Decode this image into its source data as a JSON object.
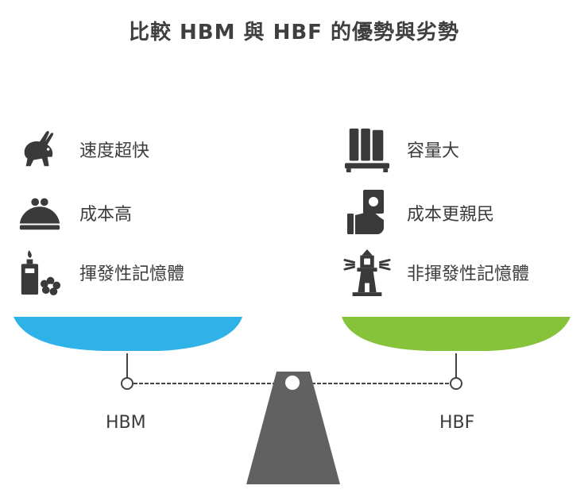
{
  "title": "比較 HBM 與 HBF 的優勢與劣勢",
  "left": {
    "name": "HBM",
    "color": "#2eb2e8",
    "items": [
      {
        "icon": "rabbit-icon",
        "label": "速度超快"
      },
      {
        "icon": "coin-purse-icon",
        "label": "成本高"
      },
      {
        "icon": "candle-flowers-icon",
        "label": "揮發性記憶體"
      }
    ]
  },
  "right": {
    "name": "HBF",
    "color": "#86c23a",
    "items": [
      {
        "icon": "books-icon",
        "label": "容量大"
      },
      {
        "icon": "hand-money-icon",
        "label": "成本更親民"
      },
      {
        "icon": "lighthouse-icon",
        "label": "非揮發性記憶體"
      }
    ]
  }
}
